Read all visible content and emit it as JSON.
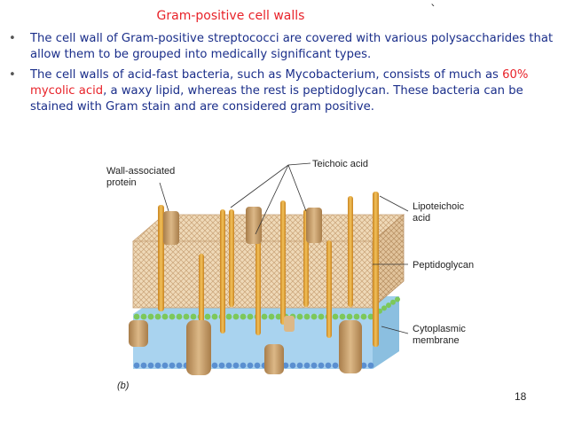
{
  "slide": {
    "title": "Gram-positive cell walls",
    "stray_mark": "`",
    "bullet_marker": "•",
    "bullets": [
      {
        "text": "The cell wall of Gram-positive streptococci are covered with various polysaccharides that allow them to be grouped into medically significant types."
      },
      {
        "before": "The cell walls of acid-fast bacteria, such as Mycobacterium, consists of much as ",
        "highlight": "60% mycolic acid",
        "after": ", a waxy lipid, whereas the rest is peptidoglycan. These bacteria can be stained with Gram stain and are considered gram positive."
      }
    ],
    "page_number": "18",
    "colors": {
      "title": "#e8232a",
      "body_text": "#1a2e8a",
      "highlight": "#e8232a"
    }
  },
  "figure": {
    "labels": {
      "wall_protein_line1": "Wall-associated",
      "wall_protein_line2": "protein",
      "teichoic": "Teichoic acid",
      "lipo_line1": "Lipoteichoic",
      "lipo_line2": "acid",
      "peptidoglycan": "Peptidoglycan",
      "membrane_line1": "Cytoplasmic",
      "membrane_line2": "membrane",
      "panel": "(b)"
    },
    "colors": {
      "peptidoglycan": "#efd9b8",
      "peptidoglycan_edge": "#c9a277",
      "teichoic": "#e3a53a",
      "protein": "#c9a06a",
      "lipid_head_green": "#7cc85a",
      "lipid_head_blue": "#5a8fd0",
      "membrane_fill": "#a9d3ef"
    }
  }
}
